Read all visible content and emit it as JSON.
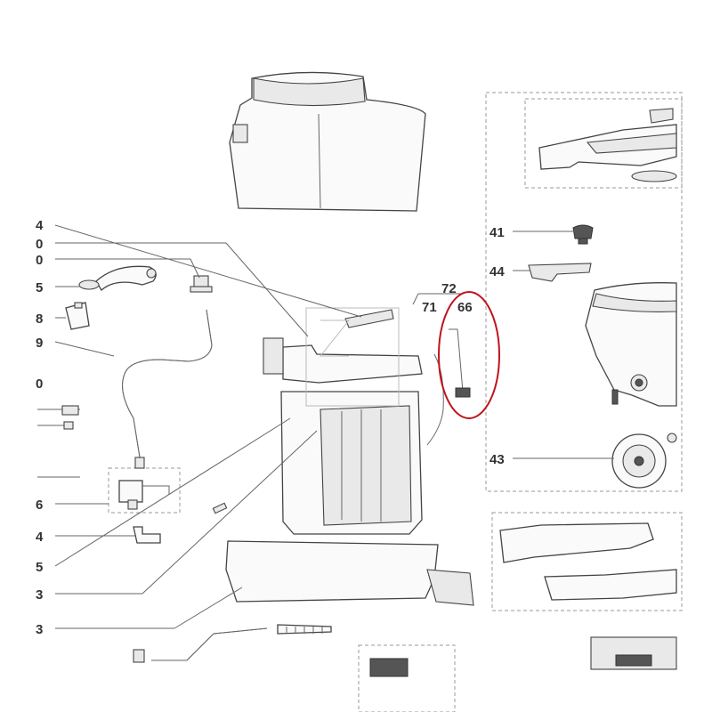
{
  "diagram": {
    "labels": [
      {
        "id": "l-4a",
        "text": "4"
      },
      {
        "id": "l-0a",
        "text": "0"
      },
      {
        "id": "l-0b",
        "text": "0"
      },
      {
        "id": "l-5a",
        "text": "5"
      },
      {
        "id": "l-8",
        "text": "8"
      },
      {
        "id": "l-9",
        "text": "9"
      },
      {
        "id": "l-0c",
        "text": "0"
      },
      {
        "id": "l-6",
        "text": "6"
      },
      {
        "id": "l-4b",
        "text": "4"
      },
      {
        "id": "l-5b",
        "text": "5"
      },
      {
        "id": "l-3a",
        "text": "3"
      },
      {
        "id": "l-3b",
        "text": "3"
      },
      {
        "id": "l-72",
        "text": "72"
      },
      {
        "id": "l-71",
        "text": "71"
      },
      {
        "id": "l-66",
        "text": "66"
      },
      {
        "id": "l-41",
        "text": "41"
      },
      {
        "id": "l-44",
        "text": "44"
      },
      {
        "id": "l-43",
        "text": "43"
      }
    ],
    "highlight": {
      "part": "66",
      "color": "#c0141c"
    },
    "line_color": "#444444"
  }
}
